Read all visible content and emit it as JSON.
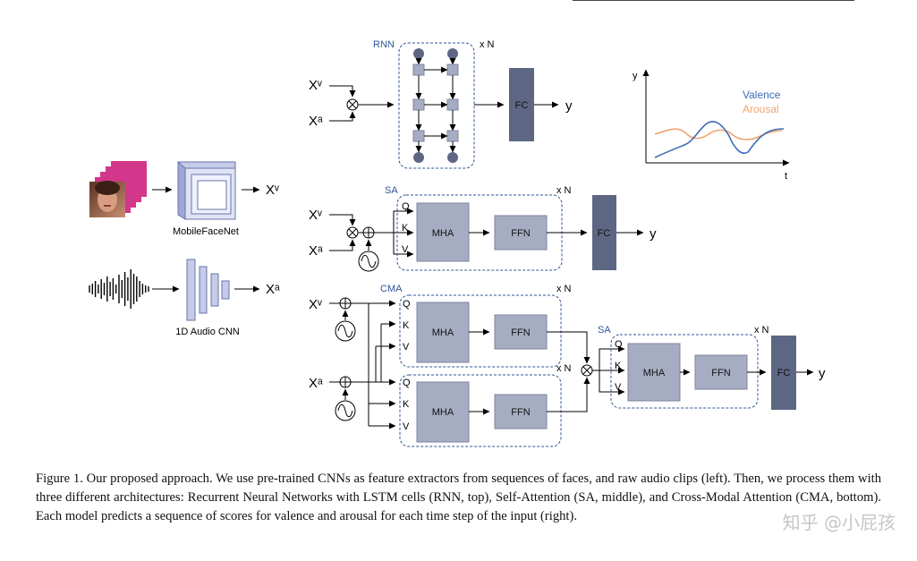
{
  "legend": {
    "valence": "Valence",
    "arousal": "Arousal",
    "y_axis": "y",
    "x_axis": "t"
  },
  "labels": {
    "rnn": "RNN",
    "sa": "SA",
    "cma": "CMA",
    "xn": "x N",
    "q": "Q",
    "k": "K",
    "v": "V",
    "mha": "MHA",
    "ffn": "FFN",
    "fc": "FC",
    "xv": "Xᵛ",
    "xa": "Xᵃ",
    "y": "y",
    "mobilefacenet": "MobileFaceNet",
    "audiocnn": "1D Audio CNN"
  },
  "caption": "Figure 1. Our proposed approach. We use pre-trained CNNs as feature extractors from sequences of faces, and raw audio clips (left). Then, we process them with three different architectures: Recurrent Neural Networks with LSTM cells (RNN, top), Self-Attention (SA, middle), and Cross-Modal Attention (CMA, bottom). Each model predicts a sequence of scores for valence and arousal for each time step of the input (right).",
  "watermark": "知乎 @小屁孩",
  "colors": {
    "accent_blue": "#2f5597",
    "box_light": "#a6adc3",
    "box_dark": "#5d6784",
    "arousal": "#f0a46f",
    "valence": "#3e6bb5"
  }
}
